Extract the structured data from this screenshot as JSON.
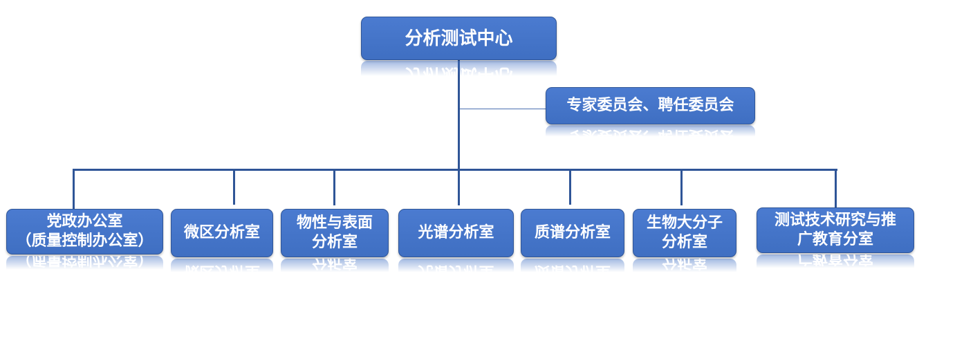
{
  "root": {
    "label": "分析测试中心"
  },
  "committee": {
    "label": "专家委员会、聘任委员会"
  },
  "departments": [
    {
      "label": "党政办公室\n（质量控制办公室）"
    },
    {
      "label": "微区分析室"
    },
    {
      "label": "物性与表面\n分析室"
    },
    {
      "label": "光谱分析室"
    },
    {
      "label": "质谱分析室"
    },
    {
      "label": "生物大分子\n分析室"
    },
    {
      "label": "测试技术研究与推\n广教育分室"
    }
  ],
  "colors": {
    "box_fill": "#4472c4",
    "line": "#2f5597",
    "text": "#ffffff"
  }
}
